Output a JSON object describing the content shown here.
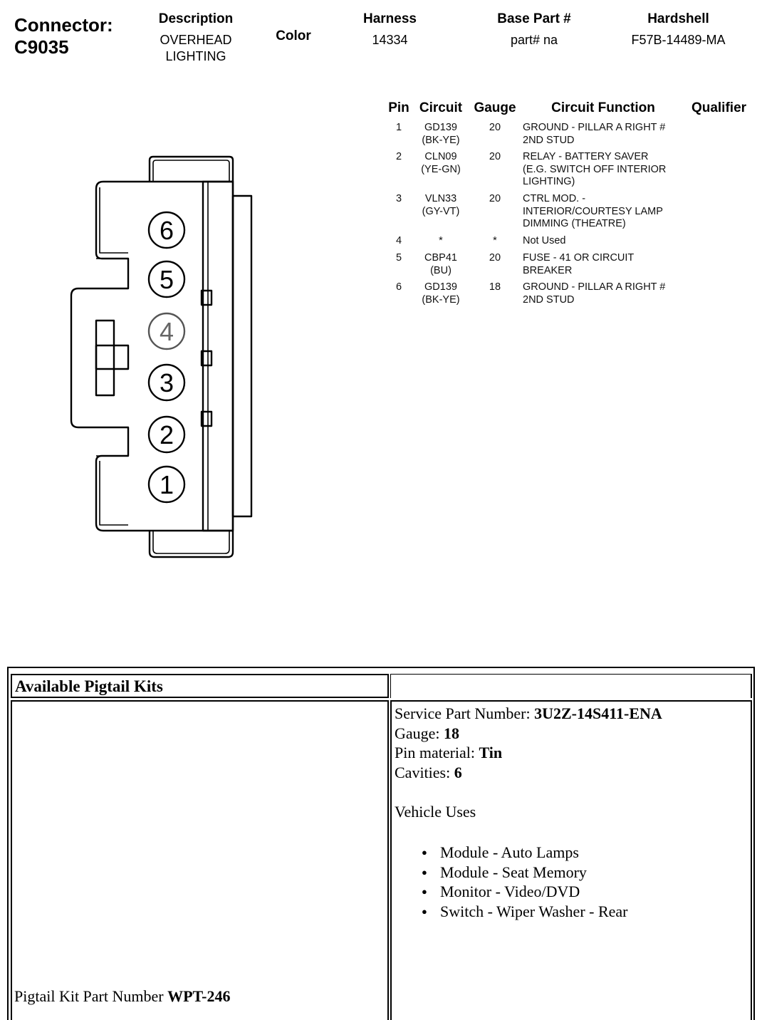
{
  "header": {
    "connector_label": "Connector:",
    "connector_id": "C9035",
    "description_label": "Description",
    "description_line1": "OVERHEAD",
    "description_line2": "LIGHTING",
    "color_label": "Color",
    "harness_label": "Harness",
    "harness_value": "14334",
    "base_part_label": "Base Part #",
    "base_part_value": "part# na",
    "hardshell_label": "Hardshell",
    "hardshell_value": "F57B-14489-MA"
  },
  "pin_table": {
    "headers": {
      "pin": "Pin",
      "circuit": "Circuit",
      "gauge": "Gauge",
      "function": "Circuit Function",
      "qualifier": "Qualifier"
    },
    "rows": [
      {
        "pin": "1",
        "circuit": [
          "GD139",
          "(BK-YE)"
        ],
        "gauge": "20",
        "function": [
          "GROUND - PILLAR A RIGHT #",
          "2ND STUD"
        ]
      },
      {
        "pin": "2",
        "circuit": [
          "CLN09",
          "(YE-GN)"
        ],
        "gauge": "20",
        "function": [
          "RELAY - BATTERY SAVER",
          "(E.G. SWITCH OFF INTERIOR",
          "LIGHTING)"
        ]
      },
      {
        "pin": "3",
        "circuit": [
          "VLN33",
          "(GY-VT)"
        ],
        "gauge": "20",
        "function": [
          "CTRL MOD. -",
          "INTERIOR/COURTESY LAMP",
          "DIMMING (THEATRE)"
        ]
      },
      {
        "pin": "4",
        "circuit": [
          "*"
        ],
        "gauge": "*",
        "function": [
          "Not Used"
        ]
      },
      {
        "pin": "5",
        "circuit": [
          "CBP41",
          "(BU)"
        ],
        "gauge": "20",
        "function": [
          "FUSE - 41 OR CIRCUIT",
          "BREAKER"
        ]
      },
      {
        "pin": "6",
        "circuit": [
          "GD139",
          "(BK-YE)"
        ],
        "gauge": "18",
        "function": [
          "GROUND - PILLAR A RIGHT #",
          "2ND STUD"
        ]
      }
    ]
  },
  "diagram": {
    "pin_labels": [
      "6",
      "5",
      "4",
      "3",
      "2",
      "1"
    ],
    "unused_pin": "4"
  },
  "pigtail": {
    "title": "Available Pigtail Kits",
    "service_part_label": "Service Part Number: ",
    "service_part_value": "3U2Z-14S411-ENA",
    "gauge_label": "Gauge: ",
    "gauge_value": "18",
    "pin_material_label": "Pin material: ",
    "pin_material_value": "Tin",
    "cavities_label": "Cavities: ",
    "cavities_value": "6",
    "vehicle_uses_label": "Vehicle Uses",
    "vehicle_uses": [
      "Module - Auto Lamps",
      "Module - Seat Memory",
      "Monitor - Video/DVD",
      "Switch - Wiper Washer - Rear"
    ],
    "kit_part_label": "Pigtail Kit Part Number ",
    "kit_part_value": "WPT-246"
  }
}
